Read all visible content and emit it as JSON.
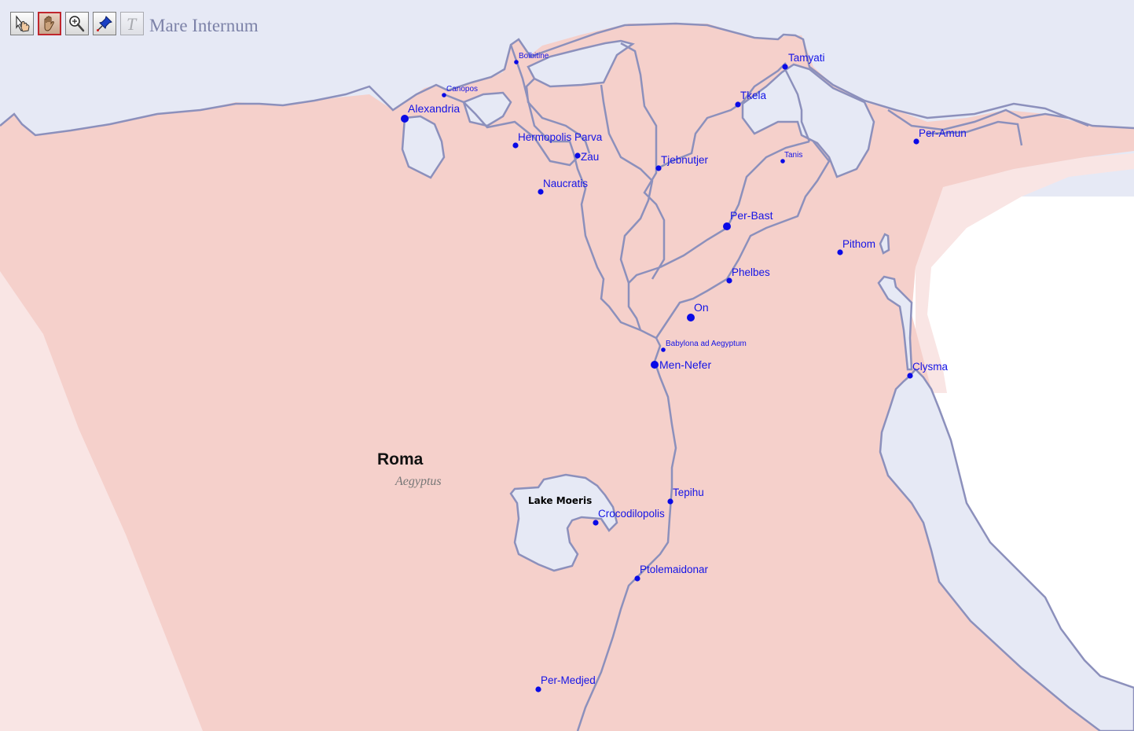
{
  "toolbar": {
    "tools": [
      {
        "name": "pointer",
        "icon": "hand-pointer-icon",
        "state": "normal"
      },
      {
        "name": "pan",
        "icon": "grab-hand-icon",
        "state": "active"
      },
      {
        "name": "zoom",
        "icon": "magnifier-icon",
        "state": "normal"
      },
      {
        "name": "pin",
        "icon": "pushpin-icon",
        "state": "normal"
      },
      {
        "name": "text",
        "icon": "text-tool-icon",
        "state": "disabled"
      }
    ]
  },
  "sea": {
    "title": "Mare Internum"
  },
  "region": {
    "name": "Roma",
    "province": "Aegyptus"
  },
  "lake": {
    "name": "Lake Moeris"
  },
  "cities": [
    {
      "name": "Bolbitine",
      "size": "small"
    },
    {
      "name": "Canopos",
      "size": "small"
    },
    {
      "name": "Alexandria",
      "size": "large"
    },
    {
      "name": "Hermopolis Parva",
      "size": "medium"
    },
    {
      "name": "Zau",
      "size": "medium"
    },
    {
      "name": "Naucratis",
      "size": "medium"
    },
    {
      "name": "Tjebnutjer",
      "size": "medium"
    },
    {
      "name": "Tkela",
      "size": "medium"
    },
    {
      "name": "Tamyati",
      "size": "medium"
    },
    {
      "name": "Tanis",
      "size": "small"
    },
    {
      "name": "Per-Amun",
      "size": "medium"
    },
    {
      "name": "Per-Bast",
      "size": "large"
    },
    {
      "name": "Pithom",
      "size": "medium"
    },
    {
      "name": "Phelbes",
      "size": "medium"
    },
    {
      "name": "On",
      "size": "large"
    },
    {
      "name": "Babylona ad Aegyptum",
      "size": "small"
    },
    {
      "name": "Men-Nefer",
      "size": "large"
    },
    {
      "name": "Clysma",
      "size": "medium"
    },
    {
      "name": "Tepihu",
      "size": "medium"
    },
    {
      "name": "Crocodilopolis",
      "size": "medium"
    },
    {
      "name": "Ptolemaidonar",
      "size": "medium"
    },
    {
      "name": "Per-Medjed",
      "size": "medium"
    }
  ],
  "colors": {
    "sea": "#e6e9f5",
    "land": "#f5d0cb",
    "land_faint": "#f9e5e4",
    "coast": "#8c90bc",
    "river": "#8c90bc",
    "city": "#0a0ae6",
    "toolbar_active": "#c0262d"
  }
}
